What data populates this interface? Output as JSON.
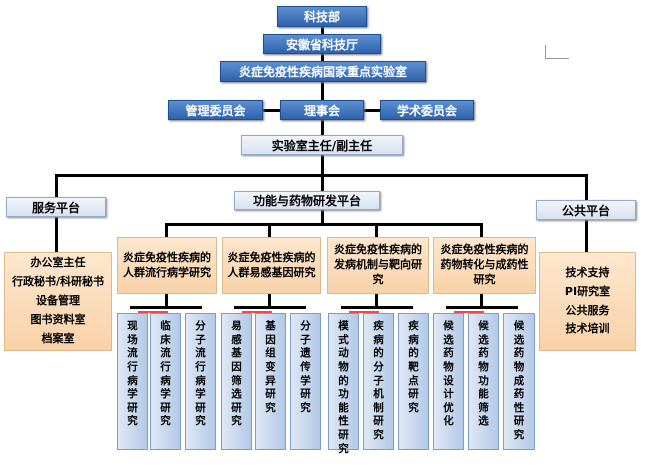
{
  "top": [
    "科技部",
    "安徽省科技厅",
    "炎症免疫性疾病国家重点实验室"
  ],
  "committees": {
    "left": "管理委员会",
    "center": "理事会",
    "right": "学术委员会"
  },
  "director": "实验室主任/副主任",
  "platforms": {
    "left": "服务平台",
    "center": "功能与药物研发平台",
    "right": "公共平台"
  },
  "service_items": [
    "办公室主任",
    "行政秘书/科研秘书",
    "设备管理",
    "图书资料室",
    "档案室"
  ],
  "public_items": [
    "技术支持",
    "PI研究室",
    "公共服务",
    "技术培训"
  ],
  "research_groups": [
    {
      "label": "炎症免疫性疾病的人群流行病学研究",
      "leaves": [
        "现场流行病学研究",
        "临床流行病学研究",
        "分子流行病学研究"
      ]
    },
    {
      "label": "炎症免疫性疾病的人群易感基因研究",
      "leaves": [
        "易感基因筛选研究",
        "基因组变异研究",
        "分子遗传学研究"
      ]
    },
    {
      "label": "炎症免疫性疾病的发病机制与靶向研究",
      "leaves": [
        "模式动物的功能性研究",
        "疾病的分子机制研究",
        "疾病的靶点研究"
      ]
    },
    {
      "label": "炎症免疫性疾病的药物转化与成药性研究",
      "leaves": [
        "候选药物设计优化",
        "候选药物功能筛选",
        "候选药物成药性研究"
      ]
    }
  ],
  "colors": {
    "header_blue": "#2e63ad",
    "peach": "#f8d2a8",
    "leaf_blue": "#b3c9e8",
    "accent_red": "#f04b4b"
  }
}
